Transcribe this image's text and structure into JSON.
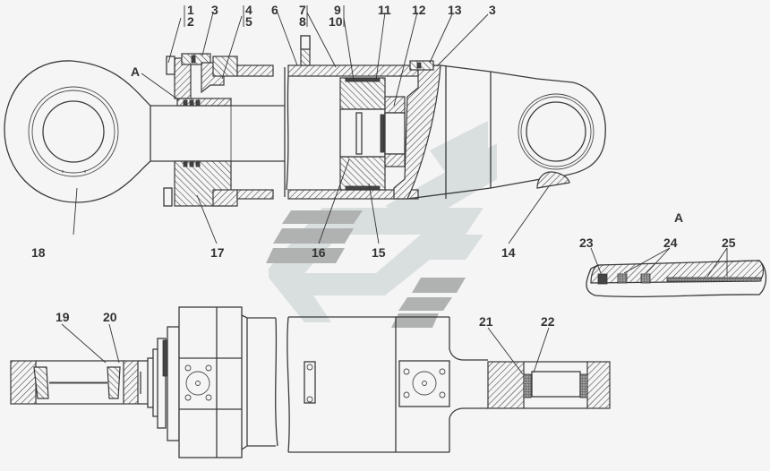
{
  "drawing": {
    "subject": "Hydraulic cylinder assembly",
    "detail_view_marker": "A",
    "detail_view_title": "A",
    "callouts_top": [
      {
        "id": "c1",
        "text": "1"
      },
      {
        "id": "c2",
        "text": "2"
      },
      {
        "id": "c3a",
        "text": "3"
      },
      {
        "id": "c4",
        "text": "4"
      },
      {
        "id": "c5",
        "text": "5"
      },
      {
        "id": "c6",
        "text": "6"
      },
      {
        "id": "c7",
        "text": "7"
      },
      {
        "id": "c8",
        "text": "8"
      },
      {
        "id": "c9",
        "text": "9"
      },
      {
        "id": "c10",
        "text": "10"
      },
      {
        "id": "c11",
        "text": "11"
      },
      {
        "id": "c12",
        "text": "12"
      },
      {
        "id": "c13",
        "text": "13"
      },
      {
        "id": "c3b",
        "text": "3"
      }
    ],
    "callouts_section": [
      {
        "id": "c18",
        "text": "18"
      },
      {
        "id": "c17",
        "text": "17"
      },
      {
        "id": "c16",
        "text": "16"
      },
      {
        "id": "c15",
        "text": "15"
      },
      {
        "id": "c14",
        "text": "14"
      }
    ],
    "callouts_detail": [
      {
        "id": "c23",
        "text": "23"
      },
      {
        "id": "c24",
        "text": "24"
      },
      {
        "id": "c25",
        "text": "25"
      }
    ],
    "callouts_bottom": [
      {
        "id": "c19",
        "text": "19"
      },
      {
        "id": "c20",
        "text": "20"
      },
      {
        "id": "c21",
        "text": "21"
      },
      {
        "id": "c22",
        "text": "22"
      }
    ]
  },
  "colors": {
    "background": "#f5f5f5",
    "line": "#3a3a3a",
    "watermark_light": "#d9dedf",
    "watermark_dark": "#b0b2b1"
  }
}
